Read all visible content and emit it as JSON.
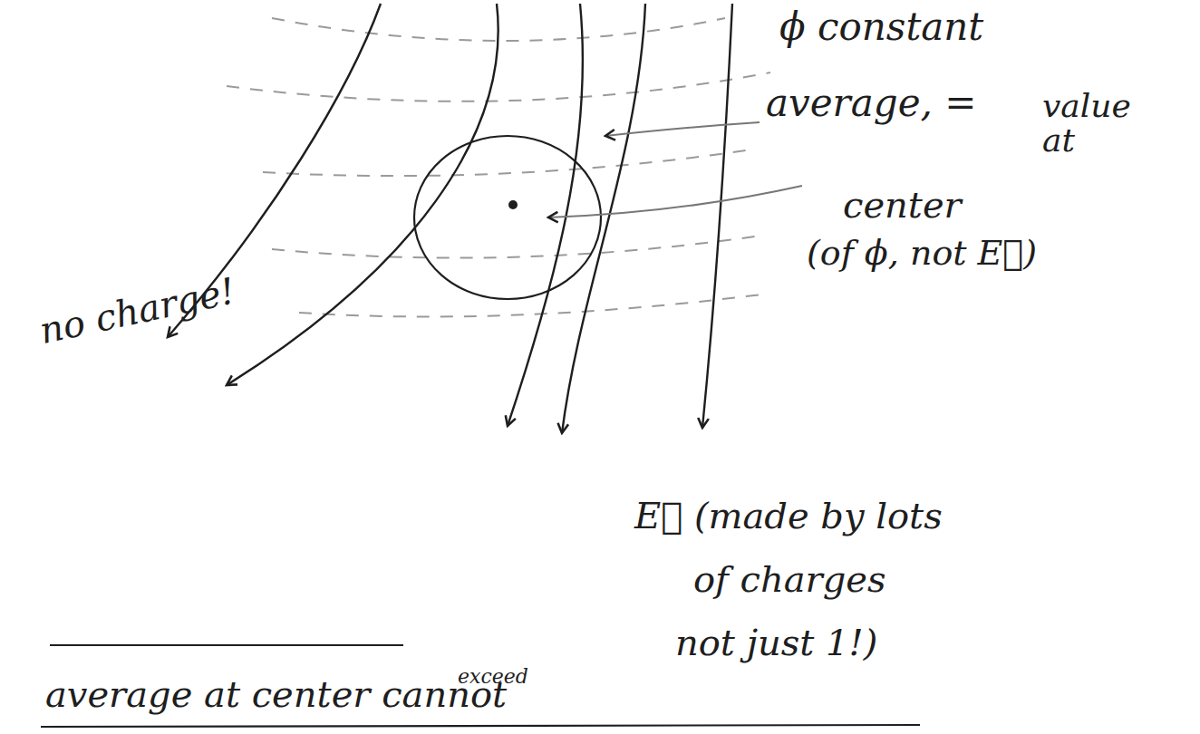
{
  "diagram": {
    "labels": [
      "ϕ constant",
      "average, =",
      "value at",
      "center",
      "(of ϕ, not E⃗)",
      "no charge!",
      "E⃗ (made by lots",
      "of charges",
      "not just 1!)",
      "exceed",
      "average at center cannot"
    ]
  }
}
